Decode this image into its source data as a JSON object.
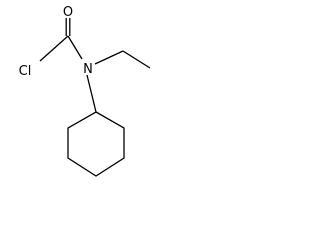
{
  "structure": {
    "atoms": {
      "oxygen": "O",
      "chlorine": "Cl",
      "nitrogen": "N"
    },
    "bonds": [
      {
        "from": "carbonyl-carbon",
        "to": "oxygen",
        "order": 2
      },
      {
        "from": "carbonyl-carbon",
        "to": "chlorine",
        "order": 1
      },
      {
        "from": "carbonyl-carbon",
        "to": "nitrogen",
        "order": 1
      },
      {
        "from": "nitrogen",
        "to": "ethyl-ch2",
        "order": 1
      },
      {
        "from": "ethyl-ch2",
        "to": "ethyl-ch3",
        "order": 1
      },
      {
        "from": "nitrogen",
        "to": "cyclohexyl-c1",
        "order": 1
      },
      {
        "from": "cyclohexyl-c1",
        "to": "cyclohexyl-c2",
        "order": 1
      },
      {
        "from": "cyclohexyl-c2",
        "to": "cyclohexyl-c3",
        "order": 1
      },
      {
        "from": "cyclohexyl-c3",
        "to": "cyclohexyl-c4",
        "order": 1
      },
      {
        "from": "cyclohexyl-c4",
        "to": "cyclohexyl-c5",
        "order": 1
      },
      {
        "from": "cyclohexyl-c5",
        "to": "cyclohexyl-c6",
        "order": 1
      },
      {
        "from": "cyclohexyl-c6",
        "to": "cyclohexyl-c1",
        "order": 1
      }
    ]
  }
}
